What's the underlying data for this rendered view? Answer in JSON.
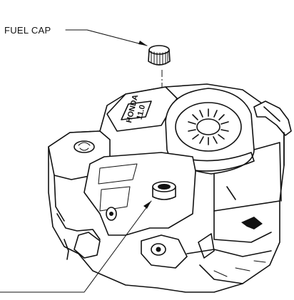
{
  "callouts": {
    "fuel_cap_label": "FUEL CAP"
  },
  "engine": {
    "brand_badge": "HONDA",
    "model_badge": "11.0"
  }
}
